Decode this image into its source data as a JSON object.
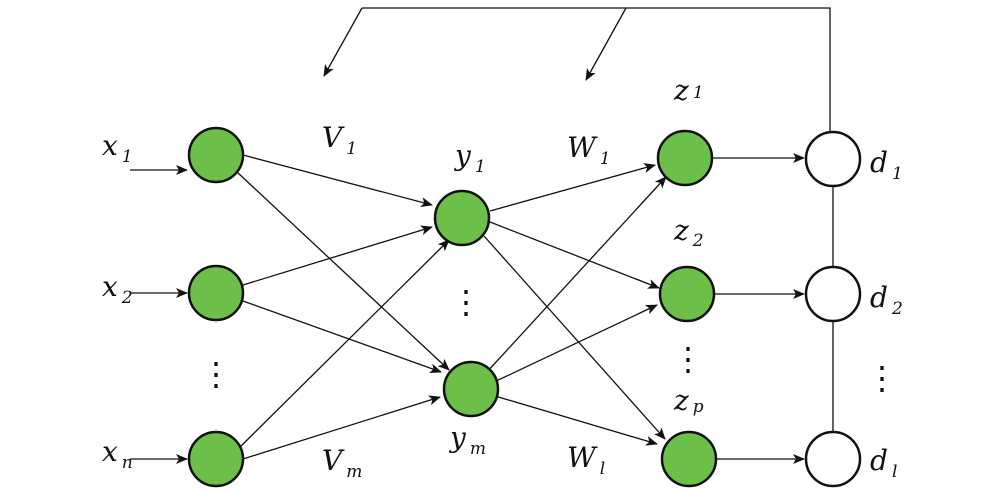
{
  "nodes": {
    "input": [
      {
        "label": "x",
        "sub": "1"
      },
      {
        "label": "x",
        "sub": "2"
      },
      {
        "label": "x",
        "sub": "n"
      }
    ],
    "hidden": [
      {
        "label": "y",
        "sub": "1"
      },
      {
        "label": "y",
        "sub": "m"
      }
    ],
    "output": [
      {
        "label": "z",
        "sub": "1"
      },
      {
        "label": "z",
        "sub": "2"
      },
      {
        "label": "z",
        "sub": "p"
      }
    ],
    "target": [
      {
        "label": "d",
        "sub": "1"
      },
      {
        "label": "d",
        "sub": "2"
      },
      {
        "label": "d",
        "sub": "l"
      }
    ]
  },
  "weights": {
    "v_top": {
      "label": "V",
      "sub": "1"
    },
    "v_bottom": {
      "label": "V",
      "sub": "m"
    },
    "w_top": {
      "label": "W",
      "sub": "1"
    },
    "w_bottom": {
      "label": "W",
      "sub": "l"
    }
  },
  "ellipsis": "⋮",
  "colors": {
    "node_fill": "#6cc04a",
    "stroke": "#111111",
    "target_fill": "#ffffff"
  }
}
